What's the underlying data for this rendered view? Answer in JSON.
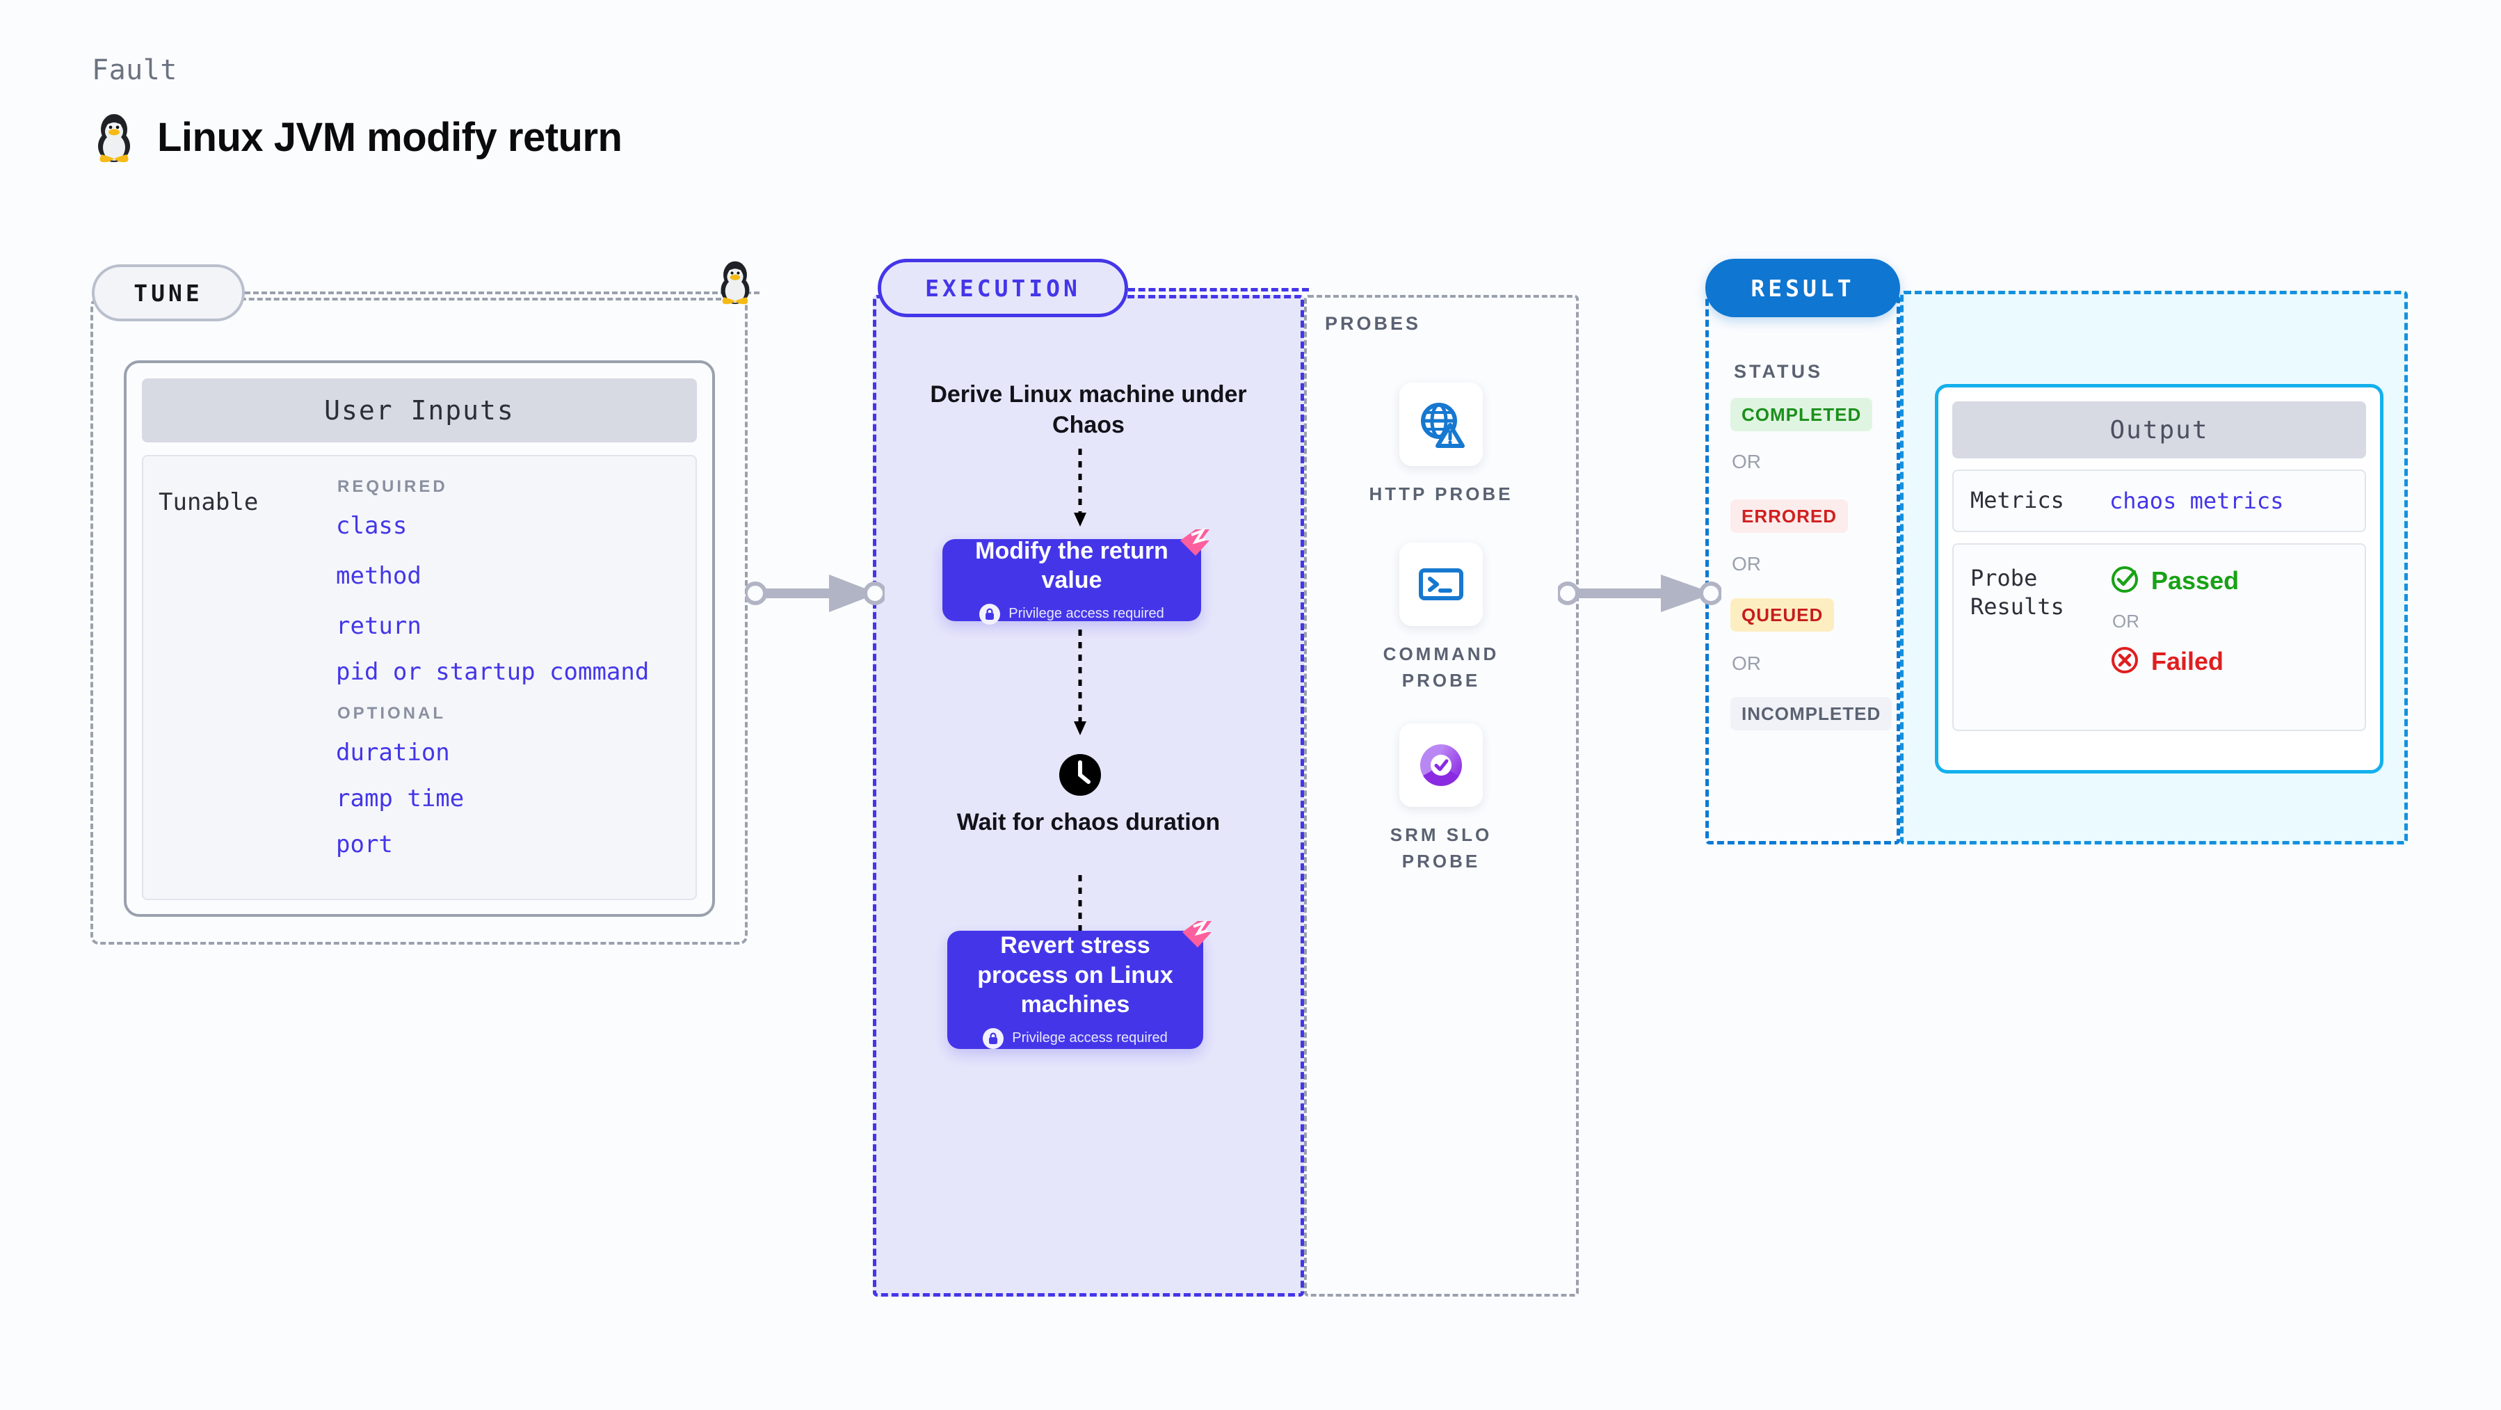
{
  "header": {
    "eyebrow": "Fault",
    "title": "Linux JVM modify return",
    "os_icon": "tux-penguin-icon"
  },
  "tune": {
    "pill_label": "TUNE",
    "card_title": "User Inputs",
    "row_label": "Tunable",
    "required_label": "REQUIRED",
    "optional_label": "OPTIONAL",
    "required": [
      "class",
      "method",
      "return",
      "pid or startup command"
    ],
    "optional": [
      "duration",
      "ramp time",
      "port"
    ]
  },
  "execution": {
    "pill_label": "EXECUTION",
    "derive_title": "Derive Linux machine under Chaos",
    "step1": {
      "title": "Modify the return value",
      "privilege": "Privilege access required",
      "badge_icon": "harness-logo-icon",
      "lock_icon": "lock-icon"
    },
    "wait": {
      "title": "Wait for chaos duration",
      "icon": "clock-icon"
    },
    "step2": {
      "title": "Revert stress process on Linux machines",
      "privilege": "Privilege access required",
      "badge_icon": "harness-logo-icon",
      "lock_icon": "lock-icon"
    }
  },
  "probes": {
    "section_label": "PROBES",
    "items": [
      {
        "name": "HTTP PROBE",
        "icon": "globe-warning-icon"
      },
      {
        "name": "COMMAND PROBE",
        "icon": "terminal-icon"
      },
      {
        "name": "SRM SLO PROBE",
        "icon": "slo-donut-check-icon"
      }
    ]
  },
  "result": {
    "pill_label": "RESULT",
    "status_label": "STATUS",
    "or_label": "OR",
    "statuses": [
      {
        "label": "COMPLETED",
        "bg": "#dff5e1",
        "fg": "#1b8f1b"
      },
      {
        "label": "ERRORED",
        "bg": "#fdecec",
        "fg": "#d01f1f"
      },
      {
        "label": "QUEUED",
        "bg": "#fdeec2",
        "fg": "#c61c1c"
      },
      {
        "label": "INCOMPLETED",
        "bg": "#f1f2f7",
        "fg": "#5a6272"
      }
    ]
  },
  "output": {
    "card_title": "Output",
    "metrics_key": "Metrics",
    "metrics_value": "chaos metrics",
    "probe_results_key": "Probe Results",
    "passed_label": "Passed",
    "failed_label": "Failed",
    "or_label": "OR",
    "passed_icon": "check-circle-icon",
    "failed_icon": "x-circle-icon"
  },
  "connectors": {
    "tune_to_execution": "arrow-right",
    "probes_to_result": "arrow-right"
  },
  "colors": {
    "accent_purple": "#4436e8",
    "accent_blue": "#0f76d1",
    "accent_cyan": "#13b0ec",
    "pink": "#fb5f9d",
    "muted": "#9aa1ad"
  }
}
